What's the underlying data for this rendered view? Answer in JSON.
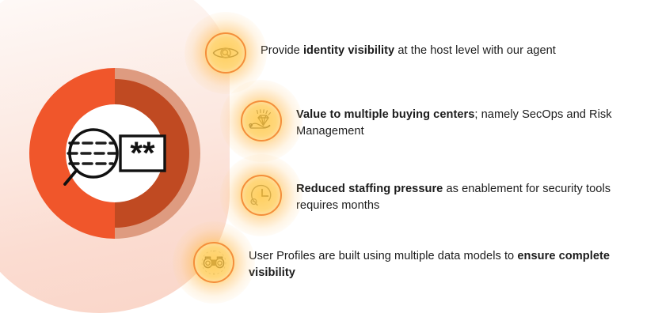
{
  "theme": {
    "accent_orange": "#F0562B",
    "accent_dark_orange": "#C04A22",
    "accent_light_orange": "#DE9B80",
    "badge_border": "#E8502A",
    "glow": "#FFC43C",
    "backdrop_pink": "#FAD5C8",
    "text_color": "#1C1C1C"
  },
  "center_emblem": {
    "icon_name": "magnifier-over-masked-password",
    "password_mask": "**"
  },
  "donut": {
    "icon_name": "donut-chart",
    "segments": [
      {
        "name": "left-half",
        "color": "#F0562B",
        "share_percent": 50
      },
      {
        "name": "right-half-inner",
        "color": "#C04A22",
        "share_percent": 50
      },
      {
        "name": "right-half-outer-ring",
        "color": "#DE9B80",
        "share_percent": 50
      }
    ]
  },
  "bullets": [
    {
      "icon_name": "eye-magnifier-icon",
      "lead": "Provide ",
      "bold": "identity visibility",
      "tail": " at the host level with our agent",
      "bold_position": "middle"
    },
    {
      "icon_name": "hand-holding-diamond-icon",
      "bold": "Value to multiple buying centers",
      "tail": "; namely SecOps and Risk Management",
      "bold_position": "start"
    },
    {
      "icon_name": "clock-magnifier-icon",
      "bold": "Reduced staffing pressure",
      "tail": " as enablement for security tools requires months",
      "bold_position": "start"
    },
    {
      "icon_name": "binoculars-icon",
      "lead": "User Profiles are built using multiple data models to ",
      "bold": "ensure complete visibility",
      "bold_position": "end"
    }
  ]
}
